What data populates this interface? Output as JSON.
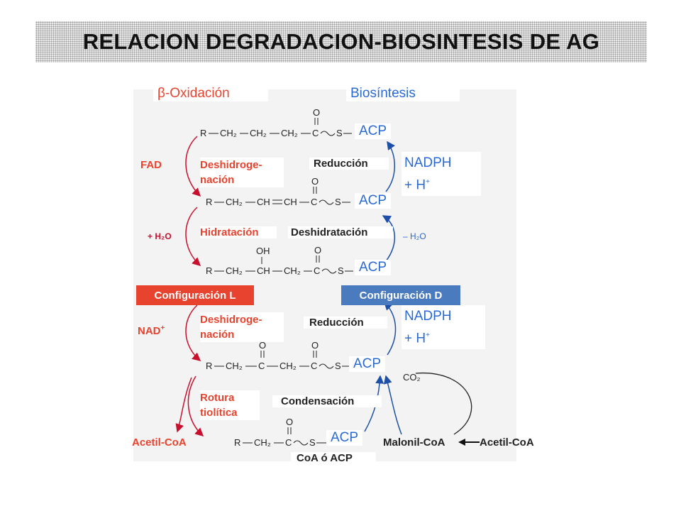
{
  "title": "RELACION DEGRADACION-BIOSINTESIS DE AG",
  "left_heading": "β-Oxidación",
  "right_heading": "Biosíntesis",
  "colors": {
    "red": "#e8432f",
    "blue": "#2a6ad3",
    "config_l": "#e8432f",
    "config_d": "#4a7bbf"
  },
  "steps_left": {
    "fad": "FAD",
    "deshidrogenacion_1a": "Deshidroge-",
    "deshidrogenacion_1b": "nación",
    "water_plus": "+ H₂O",
    "hidratacion": "Hidratación",
    "nad": "NAD",
    "nad_sup": "+",
    "deshidrogenacion_2a": "Deshidroge-",
    "deshidrogenacion_2b": "nación",
    "rotura_a": "Rotura",
    "rotura_b": "tiolítica",
    "acetil_coa": "Acetil-CoA"
  },
  "steps_right": {
    "reduccion_1": "Reducción",
    "deshidratacion": "Deshidratación",
    "water_minus": "– H₂O",
    "reduccion_2": "Reducción",
    "condensacion": "Condensación",
    "co2": "CO₂",
    "malonil_coa": "Malonil-CoA",
    "acetil_coa": "Acetil-CoA",
    "coa_o_acp": "CoA ó ACP"
  },
  "nadph_1": {
    "line1": "NADPH",
    "line2": "+ H",
    "sup": "+"
  },
  "nadph_2": {
    "line1": "NADPH",
    "line2": "+ H",
    "sup": "+"
  },
  "acp_label": "ACP",
  "config_l": "Configuración L",
  "config_d": "Configuración D",
  "chem": {
    "r": "R",
    "ch2": "CH₂",
    "ch": "CH",
    "c": "C",
    "s": "S",
    "o": "O",
    "oh": "OH"
  }
}
